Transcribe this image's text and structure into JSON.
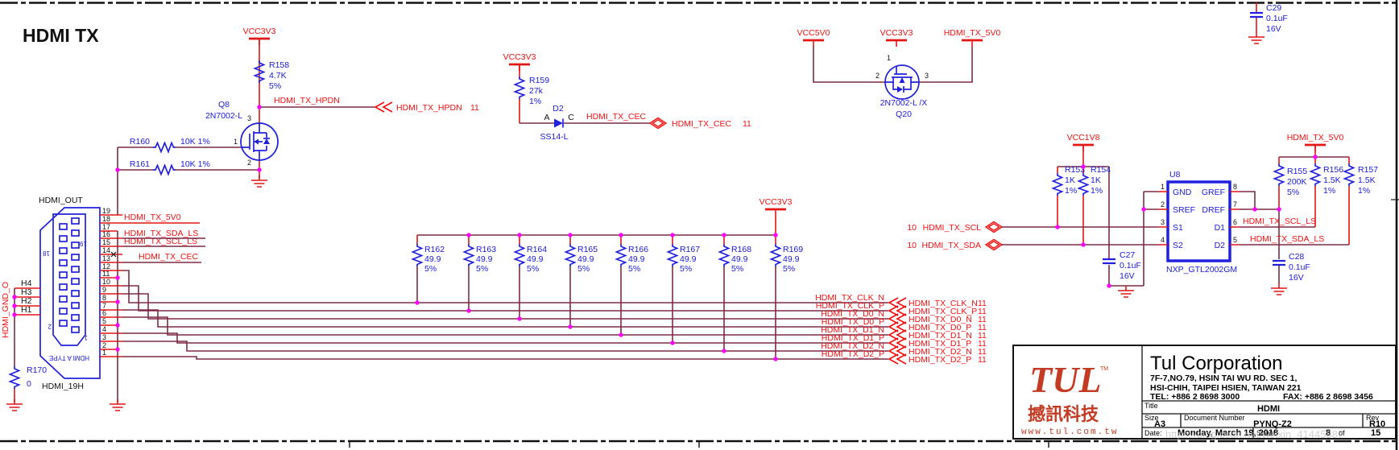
{
  "title": "HDMI TX",
  "hpd": {
    "vcc": "VCC3V3",
    "r158": {
      "ref": "R158",
      "val": "4.7K",
      "tol": "5%"
    },
    "q8_ref": "Q8",
    "q8_part": "2N7002-L",
    "pin_d": "3",
    "pin_g": "1",
    "pin_s": "2",
    "r160": {
      "ref": "R160",
      "val": "10K 1%"
    },
    "r161": {
      "ref": "R161",
      "val": "10K 1%"
    },
    "net": "HDMI_TX_HPDN",
    "page": "11"
  },
  "cec": {
    "vcc": "VCC3V3",
    "r159": {
      "ref": "R159",
      "val": "27k",
      "tol": "1%"
    },
    "d_ref": "D2",
    "d_part": "SS14-L",
    "anode": "A",
    "cathode": "C",
    "net": "HDMI_TX_CEC",
    "page": "11"
  },
  "q20": {
    "vcc_s": "VCC5V0",
    "vcc_g": "VCC3V3",
    "out": "HDMI_TX_5V0",
    "ref": "Q20",
    "part": "2N7002-L /X",
    "p1": "1",
    "p2": "2",
    "p3": "3"
  },
  "conn": {
    "name": "HDMI_OUT",
    "part": "HDMI_19H",
    "type": "HDMI A TYPE",
    "r170_ref": "R170",
    "r170_val": "0",
    "gnd_net": "HDMI_GND_O",
    "mounts": [
      "H4",
      "H3",
      "H2",
      "H1"
    ],
    "pins": [
      "19",
      "18",
      "17",
      "16",
      "15",
      "14",
      "13",
      "12",
      "11",
      "10",
      "9",
      "8",
      "7",
      "6",
      "5",
      "4",
      "3",
      "2",
      "1"
    ],
    "pin18": "HDMI_TX_5V0",
    "pin16": "HDMI_TX_SDA_LS",
    "pin15": "HDMI_TX_SCL_LS",
    "pin13": "HDMI_TX_CEC",
    "inner": {
      "p19": "19",
      "p18": "18",
      "p2": "2",
      "p1": "1"
    }
  },
  "tmds": {
    "vcc": "VCC3V3",
    "res": [
      {
        "ref": "R162",
        "val": "49.9",
        "tol": "5%"
      },
      {
        "ref": "R163",
        "val": "49.9",
        "tol": "5%"
      },
      {
        "ref": "R164",
        "val": "49.9",
        "tol": "5%"
      },
      {
        "ref": "R165",
        "val": "49.9",
        "tol": "5%"
      },
      {
        "ref": "R166",
        "val": "49.9",
        "tol": "5%"
      },
      {
        "ref": "R167",
        "val": "49.9",
        "tol": "5%"
      },
      {
        "ref": "R168",
        "val": "49.9",
        "tol": "5%"
      },
      {
        "ref": "R169",
        "val": "49.9",
        "tol": "5%"
      }
    ],
    "sig": [
      {
        "l": "HDMI_TX_CLK_N",
        "p": "11"
      },
      {
        "l": "HDMI_TX_CLK_P",
        "p": "11"
      },
      {
        "l": "HDMI_TX_D0_N",
        "p": "11"
      },
      {
        "l": "HDMI_TX_D0_P",
        "p": "11"
      },
      {
        "l": "HDMI_TX_D1_N",
        "p": "11"
      },
      {
        "l": "HDMI_TX_D1_P",
        "p": "11"
      },
      {
        "l": "HDMI_TX_D2_N",
        "p": "11"
      },
      {
        "l": "HDMI_TX_D2_P",
        "p": "11"
      }
    ]
  },
  "shift": {
    "vcc": "VCC1V8",
    "r153": {
      "ref": "R153",
      "val": "1K",
      "tol": "1%"
    },
    "r154": {
      "ref": "R154",
      "val": "1K",
      "tol": "1%"
    },
    "c27": {
      "ref": "C27",
      "val": "0.1uF",
      "volt": "16V"
    },
    "scl": {
      "page": "10",
      "net": "HDMI_TX_SCL"
    },
    "sda": {
      "page": "10",
      "net": "HDMI_TX_SDA"
    },
    "u8": {
      "ref": "U8",
      "part": "NXP_GTL2002GM",
      "l": [
        {
          "n": "1",
          "nm": "GND"
        },
        {
          "n": "2",
          "nm": "SREF"
        },
        {
          "n": "3",
          "nm": "S1"
        },
        {
          "n": "4",
          "nm": "S2"
        }
      ],
      "r": [
        {
          "n": "8",
          "nm": "GREF"
        },
        {
          "n": "7",
          "nm": "DREF"
        },
        {
          "n": "6",
          "nm": "D1"
        },
        {
          "n": "5",
          "nm": "D2"
        }
      ]
    },
    "rail": "HDMI_TX_5V0",
    "r155": {
      "ref": "R155",
      "val": "200K",
      "tol": "5%"
    },
    "r156": {
      "ref": "R156",
      "val": "1.5K",
      "tol": "1%"
    },
    "r157": {
      "ref": "R157",
      "val": "1.5K",
      "tol": "1%"
    },
    "c28": {
      "ref": "C28",
      "val": "0.1uF",
      "volt": "16V"
    },
    "scl_ls": "HDMI_TX_SCL_LS",
    "sda_ls": "HDMI_TX_SDA_LS"
  },
  "c29": {
    "ref": "C29",
    "val": "0.1uF",
    "volt": "16V"
  },
  "tb": {
    "company": "Tul Corporation",
    "addr1": "7F-7,NO.79, HSIN TAI WU RD. SEC 1,",
    "addr2": "HSI-CHIH, TAIPEI HSIEN, TAIWAN 221",
    "tel": "TEL: +886 2 8698 3000",
    "fax": "FAX: +886 2 8698 3456",
    "title_label": "Title",
    "title": "HDMI",
    "size_label": "Size",
    "size": "A3",
    "doc_label": "Document Number",
    "doc": "PYNQ-Z2",
    "rev_label": "Rev",
    "rev": "R10",
    "date_label": "Date:",
    "date": "Monday, March 19, 2018",
    "sheet_label": "Sheet",
    "sheet": "8",
    "of": "of",
    "total": "15",
    "logo": "TUL",
    "logo_tm": "TM",
    "logo_cn": "撼訊科技",
    "logo_url": "www.tul.com.tw"
  },
  "watermark": "https://blog.csdn.net/weixin_41445887"
}
